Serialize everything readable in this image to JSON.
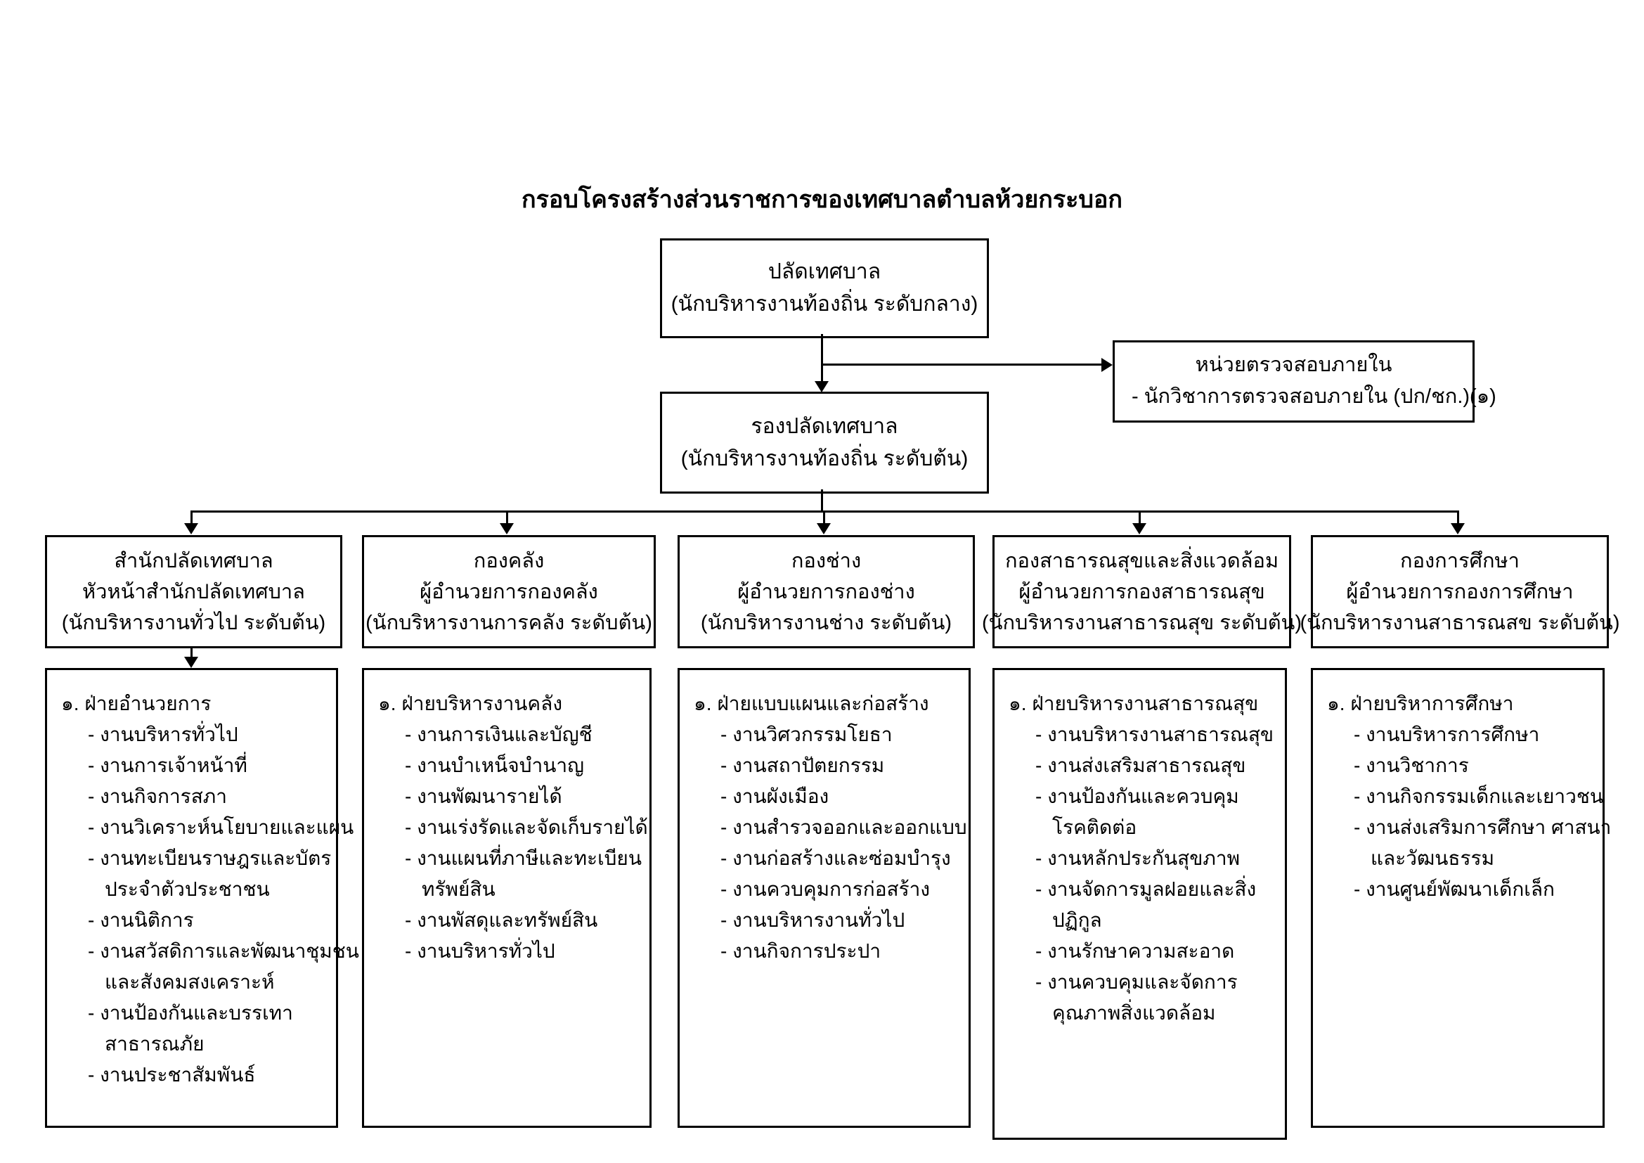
{
  "title": "กรอบโครงสร้างส่วนราชการของเทศบาลตำบลห้วยกระบอก",
  "clerk": {
    "line1": "ปลัดเทศบาล",
    "line2": "(นักบริหารงานท้องถิ่น ระดับกลาง)"
  },
  "audit": {
    "title": "หน่วยตรวจสอบภายใน",
    "item": "- นักวิชาการตรวจสอบภายใน (ปก/ชก.)(๑)"
  },
  "deputy": {
    "line1": "รองปลัดเทศบาล",
    "line2": "(นักบริหารงานท้องถิ่น ระดับต้น)"
  },
  "departments": [
    {
      "name": "สำนักปลัดเทศบาล",
      "head": "หัวหน้าสำนักปลัดเทศบาล",
      "level": "(นักบริหารงานทั่วไป ระดับต้น)",
      "section": "๑. ฝ่ายอำนวยการ",
      "items": [
        "- งานบริหารทั่วไป",
        "- งานการเจ้าหน้าที่",
        "- งานกิจการสภา",
        "- งานวิเคราะห์นโยบายและแผน",
        "- งานทะเบียนราษฎรและบัตร\nประจำตัวประชาชน",
        "- งานนิติการ",
        "- งานสวัสดิการและพัฒนาชุมชน\nและสังคมสงเคราะห์",
        "- งานป้องกันและบรรเทา\nสาธารณภัย",
        "- งานประชาสัมพันธ์"
      ]
    },
    {
      "name": "กองคลัง",
      "head": "ผู้อำนวยการกองคลัง",
      "level": "(นักบริหารงานการคลัง ระดับต้น)",
      "section": "๑. ฝ่ายบริหารงานคลัง",
      "items": [
        "- งานการเงินและบัญชี",
        "- งานบำเหน็จบำนาญ",
        "- งานพัฒนารายได้",
        "- งานเร่งรัดและจัดเก็บรายได้",
        "- งานแผนที่ภาษีและทะเบียน\nทรัพย์สิน",
        "- งานพัสดุและทรัพย์สิน",
        "- งานบริหารทั่วไป"
      ]
    },
    {
      "name": "กองช่าง",
      "head": "ผู้อำนวยการกองช่าง",
      "level": "(นักบริหารงานช่าง ระดับต้น)",
      "section": "๑. ฝ่ายแบบแผนและก่อสร้าง",
      "items": [
        "- งานวิศวกรรมโยธา",
        "- งานสถาปัตยกรรม",
        "- งานผังเมือง",
        "- งานสำรวจออกและออกแบบ",
        "- งานก่อสร้างและซ่อมบำรุง",
        "- งานควบคุมการก่อสร้าง",
        "- งานบริหารงานทั่วไป",
        "- งานกิจการประปา"
      ]
    },
    {
      "name": "กองสาธารณสุขและสิ่งแวดล้อม",
      "head": "ผู้อำนวยการกองสาธารณสุข",
      "level": "(นักบริหารงานสาธารณสุข ระดับต้น)",
      "section": "๑. ฝ่ายบริหารงานสาธารณสุข",
      "items": [
        "- งานบริหารงานสาธารณสุข",
        "- งานส่งเสริมสาธารณสุข",
        "- งานป้องกันและควบคุม\nโรคติดต่อ",
        "- งานหลักประกันสุขภาพ",
        "- งานจัดการมูลฝอยและสิ่ง\nปฏิกูล",
        "- งานรักษาความสะอาด",
        "- งานควบคุมและจัดการ\nคุณภาพสิ่งแวดล้อม"
      ]
    },
    {
      "name": "กองการศึกษา",
      "head": "ผู้อำนวยการกองการศึกษา",
      "level": "(นักบริหารงานสาธารณสข ระดับต้น)",
      "section": "๑. ฝ่ายบริหาการศึกษา",
      "items": [
        "- งานบริหารการศึกษา",
        "- งานวิชาการ",
        "- งานกิจกรรมเด็กและเยาวชน",
        "- งานส่งเสริมการศึกษา ศาสนา\nและวัฒนธรรม",
        "- งานศูนย์พัฒนาเด็กเล็ก"
      ]
    }
  ],
  "colors": {
    "background": "#ffffff",
    "text": "#000000",
    "line": "#000000",
    "border": "#000000"
  }
}
